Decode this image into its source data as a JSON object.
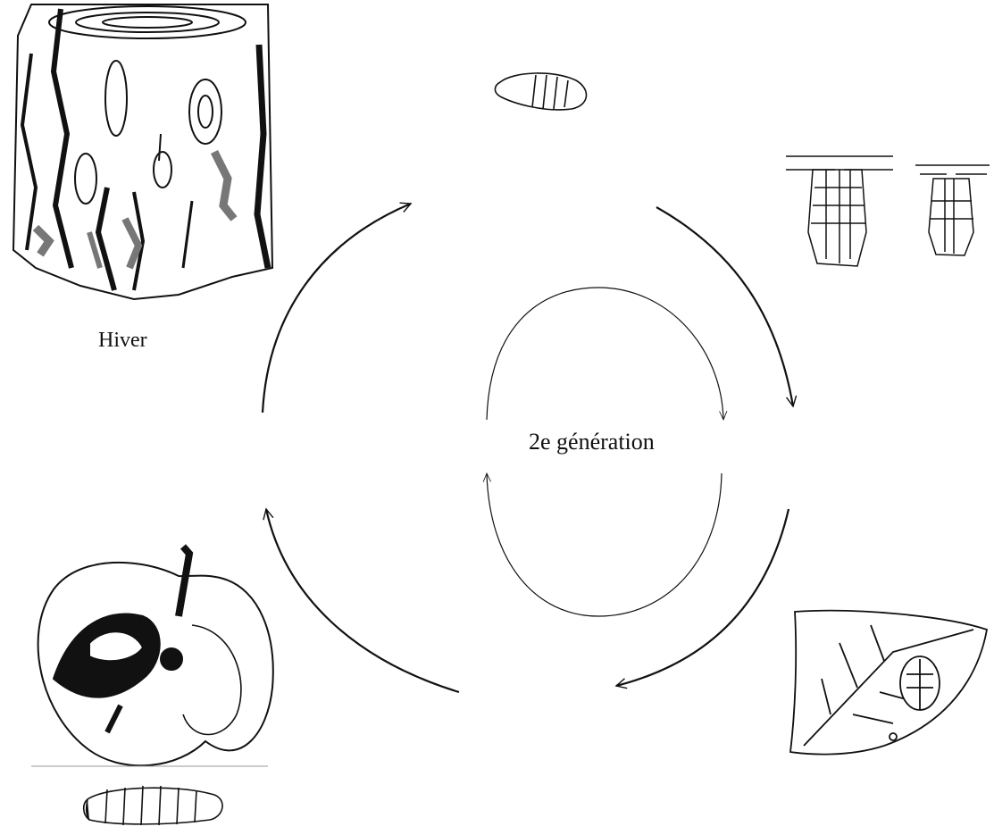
{
  "diagram": {
    "labels": {
      "winter": "Hiver",
      "center": "2e génération"
    },
    "stages": [
      {
        "id": "tree-stump-winter",
        "icon": "tree-stump-icon"
      },
      {
        "id": "pupa",
        "icon": "pupa-icon"
      },
      {
        "id": "adult-moths",
        "icon": "moth-icon"
      },
      {
        "id": "egg-on-leaf",
        "icon": "leaf-with-egg-icon"
      },
      {
        "id": "apple-with-larva",
        "icon": "apple-icon"
      },
      {
        "id": "larva",
        "icon": "larva-icon"
      }
    ],
    "colors": {
      "ink": "#111111",
      "gray": "#777777",
      "background": "#ffffff"
    }
  }
}
